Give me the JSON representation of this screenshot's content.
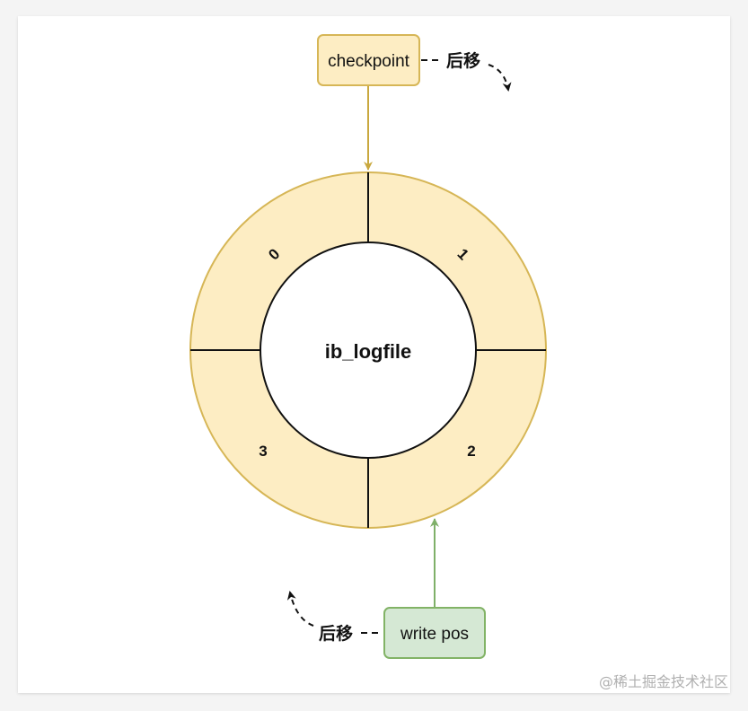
{
  "diagram": {
    "center_label": "ib_logfile",
    "segments": [
      "0",
      "1",
      "2",
      "3"
    ],
    "checkpoint": {
      "label": "checkpoint",
      "move_label": "后移"
    },
    "write_pos": {
      "label": "write pos",
      "move_label": "后移"
    }
  },
  "colors": {
    "ring_fill": "#fdedc3",
    "ring_stroke": "#d6b656",
    "write_pos_fill": "#d5e8d4",
    "write_pos_stroke": "#82b366",
    "checkpoint_arrow": "#c9a83f",
    "write_pos_arrow": "#7fb069"
  },
  "watermark": "@稀土掘金技术社区"
}
